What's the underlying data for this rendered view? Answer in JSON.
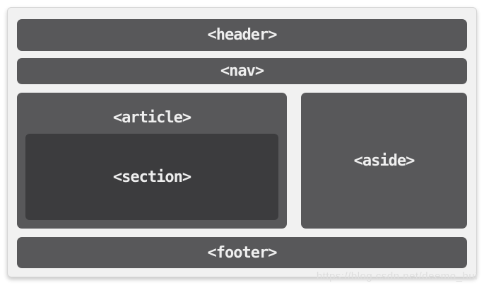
{
  "diagram": {
    "boxes": {
      "header": {
        "label": "<header>"
      },
      "nav": {
        "label": "<nav>"
      },
      "article": {
        "label": "<article>"
      },
      "section": {
        "label": "<section>"
      },
      "aside": {
        "label": "<aside>"
      },
      "footer": {
        "label": "<footer>"
      }
    },
    "colors": {
      "page_bg": "#ffffff",
      "frame_bg": "#f1f1f1",
      "frame_border": "#d6d6d6",
      "box_bg": "#58585a",
      "section_bg": "#3c3c3e",
      "label_text": "#efefef",
      "watermark_text": "#dedede"
    }
  },
  "watermark": {
    "text": "https://blog.csdn.net/deemo_hui"
  }
}
